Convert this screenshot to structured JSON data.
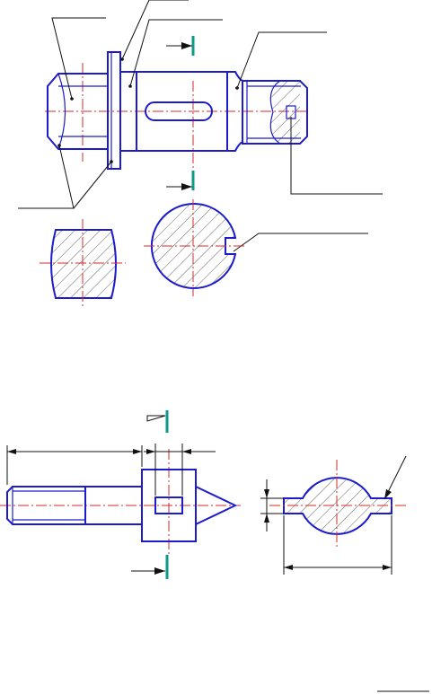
{
  "drawing": {
    "title": "",
    "views": [
      {
        "name": "shaft-with-collar",
        "description_shown": false
      },
      {
        "name": "section-square-head"
      },
      {
        "name": "section-keyway"
      },
      {
        "name": "center-pin"
      },
      {
        "name": "section-pin-flat"
      }
    ]
  },
  "colors": {
    "outline": "#1c1ccc",
    "centerline": "#d62a2a",
    "cutting_plane": "#0f9a8a",
    "leader": "#111111",
    "hatch": "#222222"
  }
}
